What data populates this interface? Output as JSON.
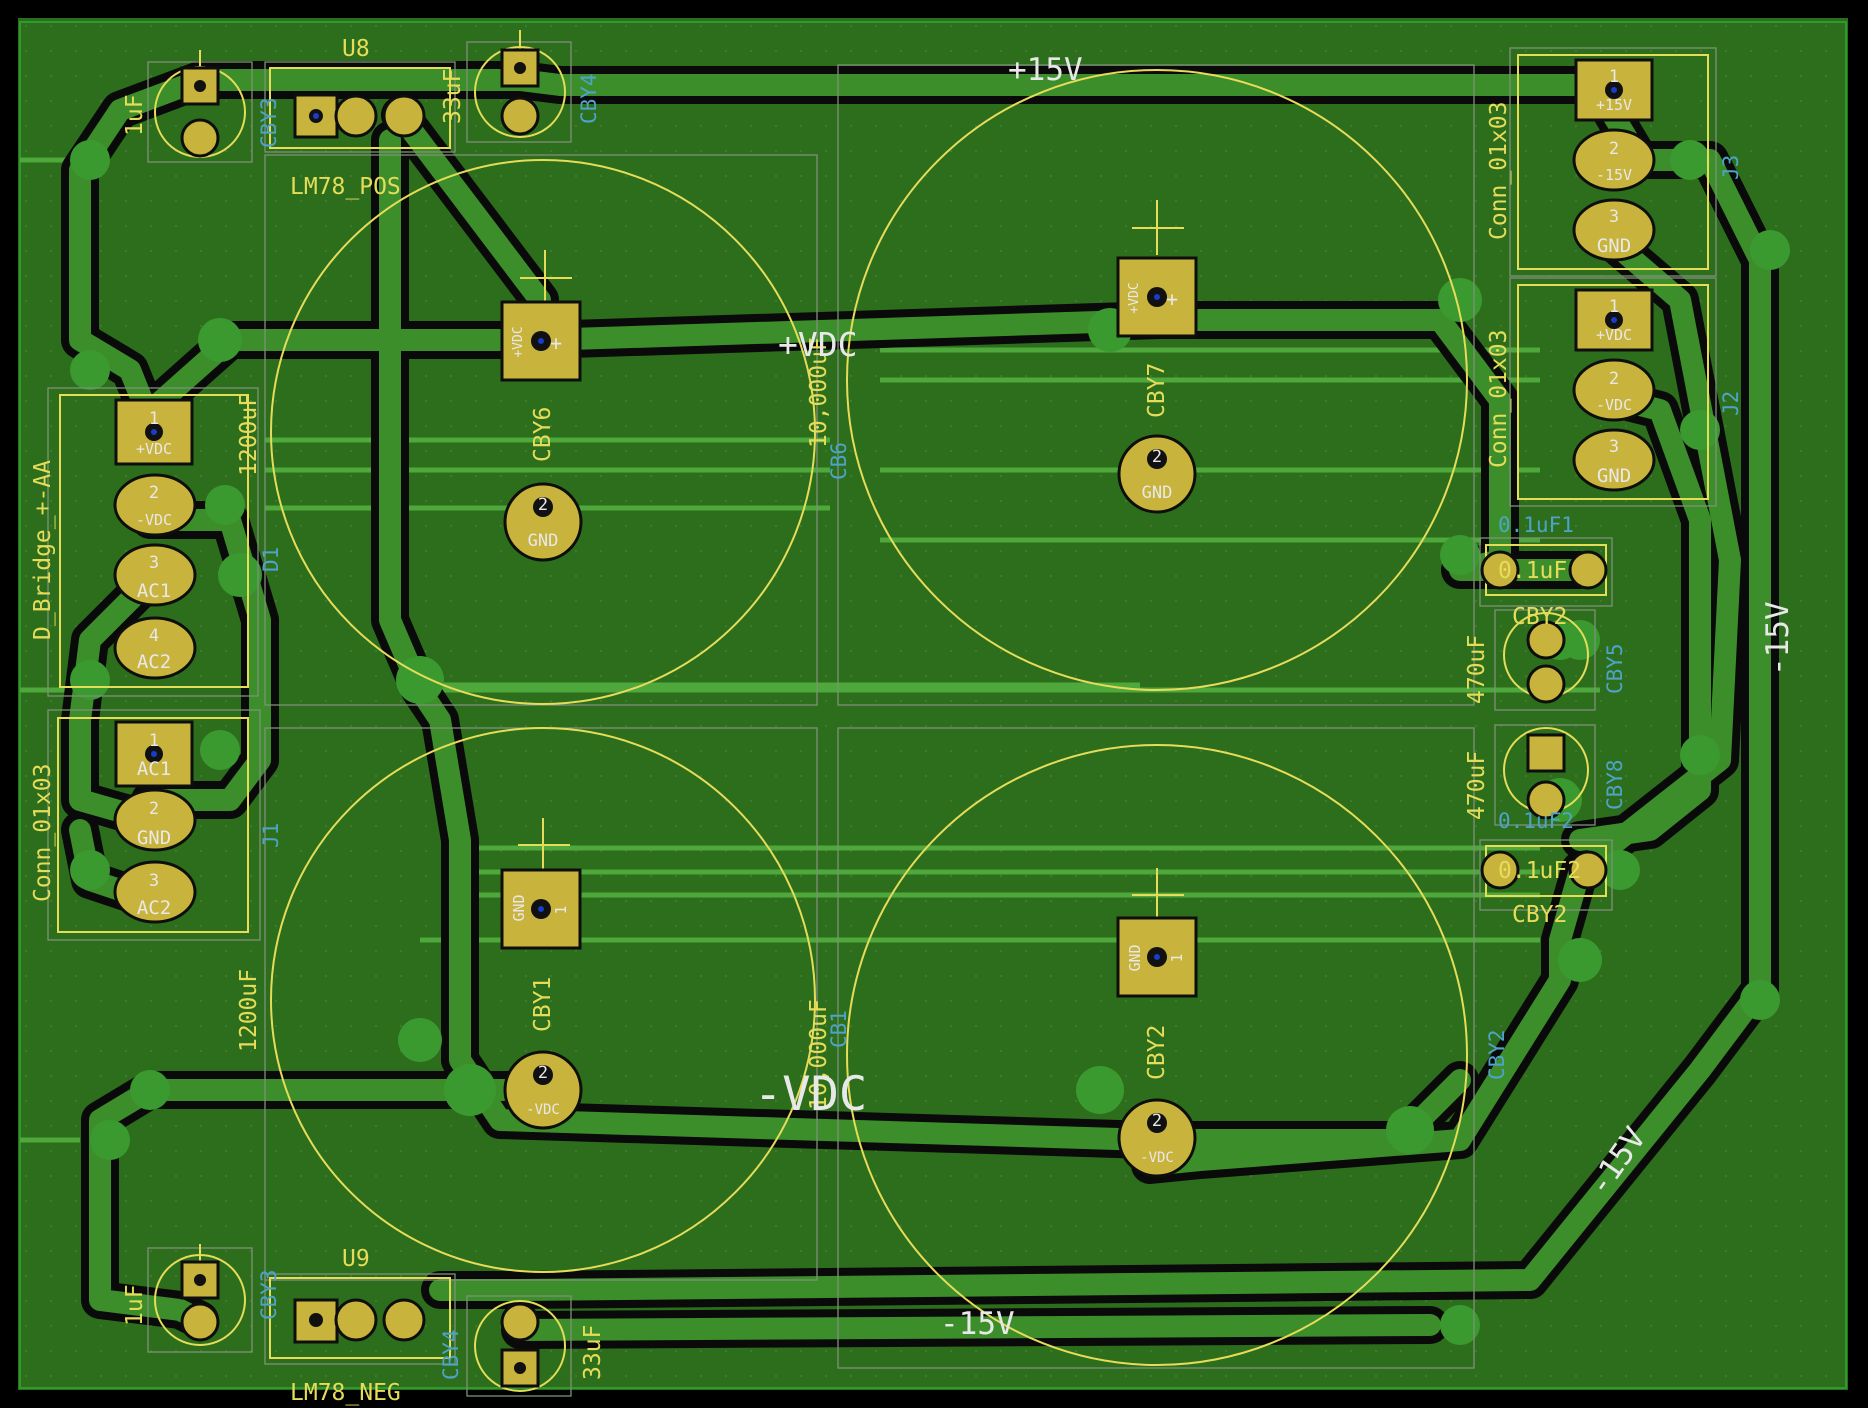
{
  "colors": {
    "background": "#000000",
    "copper_pour": "#2c6e1c",
    "track": "#4fa83c",
    "clearance": "#0a0a0a",
    "pad": "#c8b43c",
    "silkscreen": "#e6dc5a",
    "fab_text": "#4fa3c9",
    "courtyard": "#7a8a7a",
    "via": "#3a9a30"
  },
  "rails": {
    "pos15": "+15V",
    "neg15_vert": "-15V",
    "neg15_diag": "-15V",
    "neg15_bottom": "-15V",
    "pos_vdc": "+VDC",
    "neg_vdc": "-VDC"
  },
  "refs": {
    "u8": "U8",
    "u9": "U9",
    "lm_pos": "LM78_POS",
    "lm_neg": "LM78_NEG",
    "d_bridge": "D_Bridge_+-AA",
    "d1": "D1",
    "conn_j1": "Conn_01x03",
    "j1": "J1",
    "conn_j2": "Conn_01x03",
    "j2": "J2",
    "conn_j3": "Conn_01x03",
    "j3": "J3",
    "cby1": "CBY1",
    "cby2": "CBY2",
    "cby2b": "CBY2",
    "cby2c": "CBY2",
    "cby2_fab": "CBY2",
    "cby3": "CBY3",
    "cby3b": "CBY3",
    "cby4": "CBY4",
    "cby4b": "CBY4",
    "cby5": "CBY5",
    "cby6": "CBY6",
    "cby7": "CBY7",
    "cby8": "CBY8",
    "cb1": "CB1",
    "cb6": "CB6",
    "cap1uf_top": "1uF",
    "cap1uf_bot": "1uF",
    "cap33uf_top": "33uF",
    "cap33uf_bot": "33uF",
    "cap1200_top": "1200uF",
    "cap1200_bot": "1200uF",
    "cap10000_top": "10,000uF",
    "cap10000_bot": "10,000uF",
    "cap470_a": "470uF",
    "cap470_b": "470uF",
    "cap01_1": "0.1uF1",
    "cap01_1b": "0.1uF",
    "cap01_2": "0.1uF2",
    "cap01_2b": "0.1uF2"
  },
  "pads": {
    "n1": "1",
    "n2": "2",
    "n3": "3",
    "n4": "4",
    "plus": "+",
    "vdc_pos": "+VDC",
    "vdc_neg": "-VDC",
    "gnd": "GND",
    "ac1": "AC1",
    "ac2": "AC2",
    "p15": "+15V",
    "m15": "-15V"
  }
}
